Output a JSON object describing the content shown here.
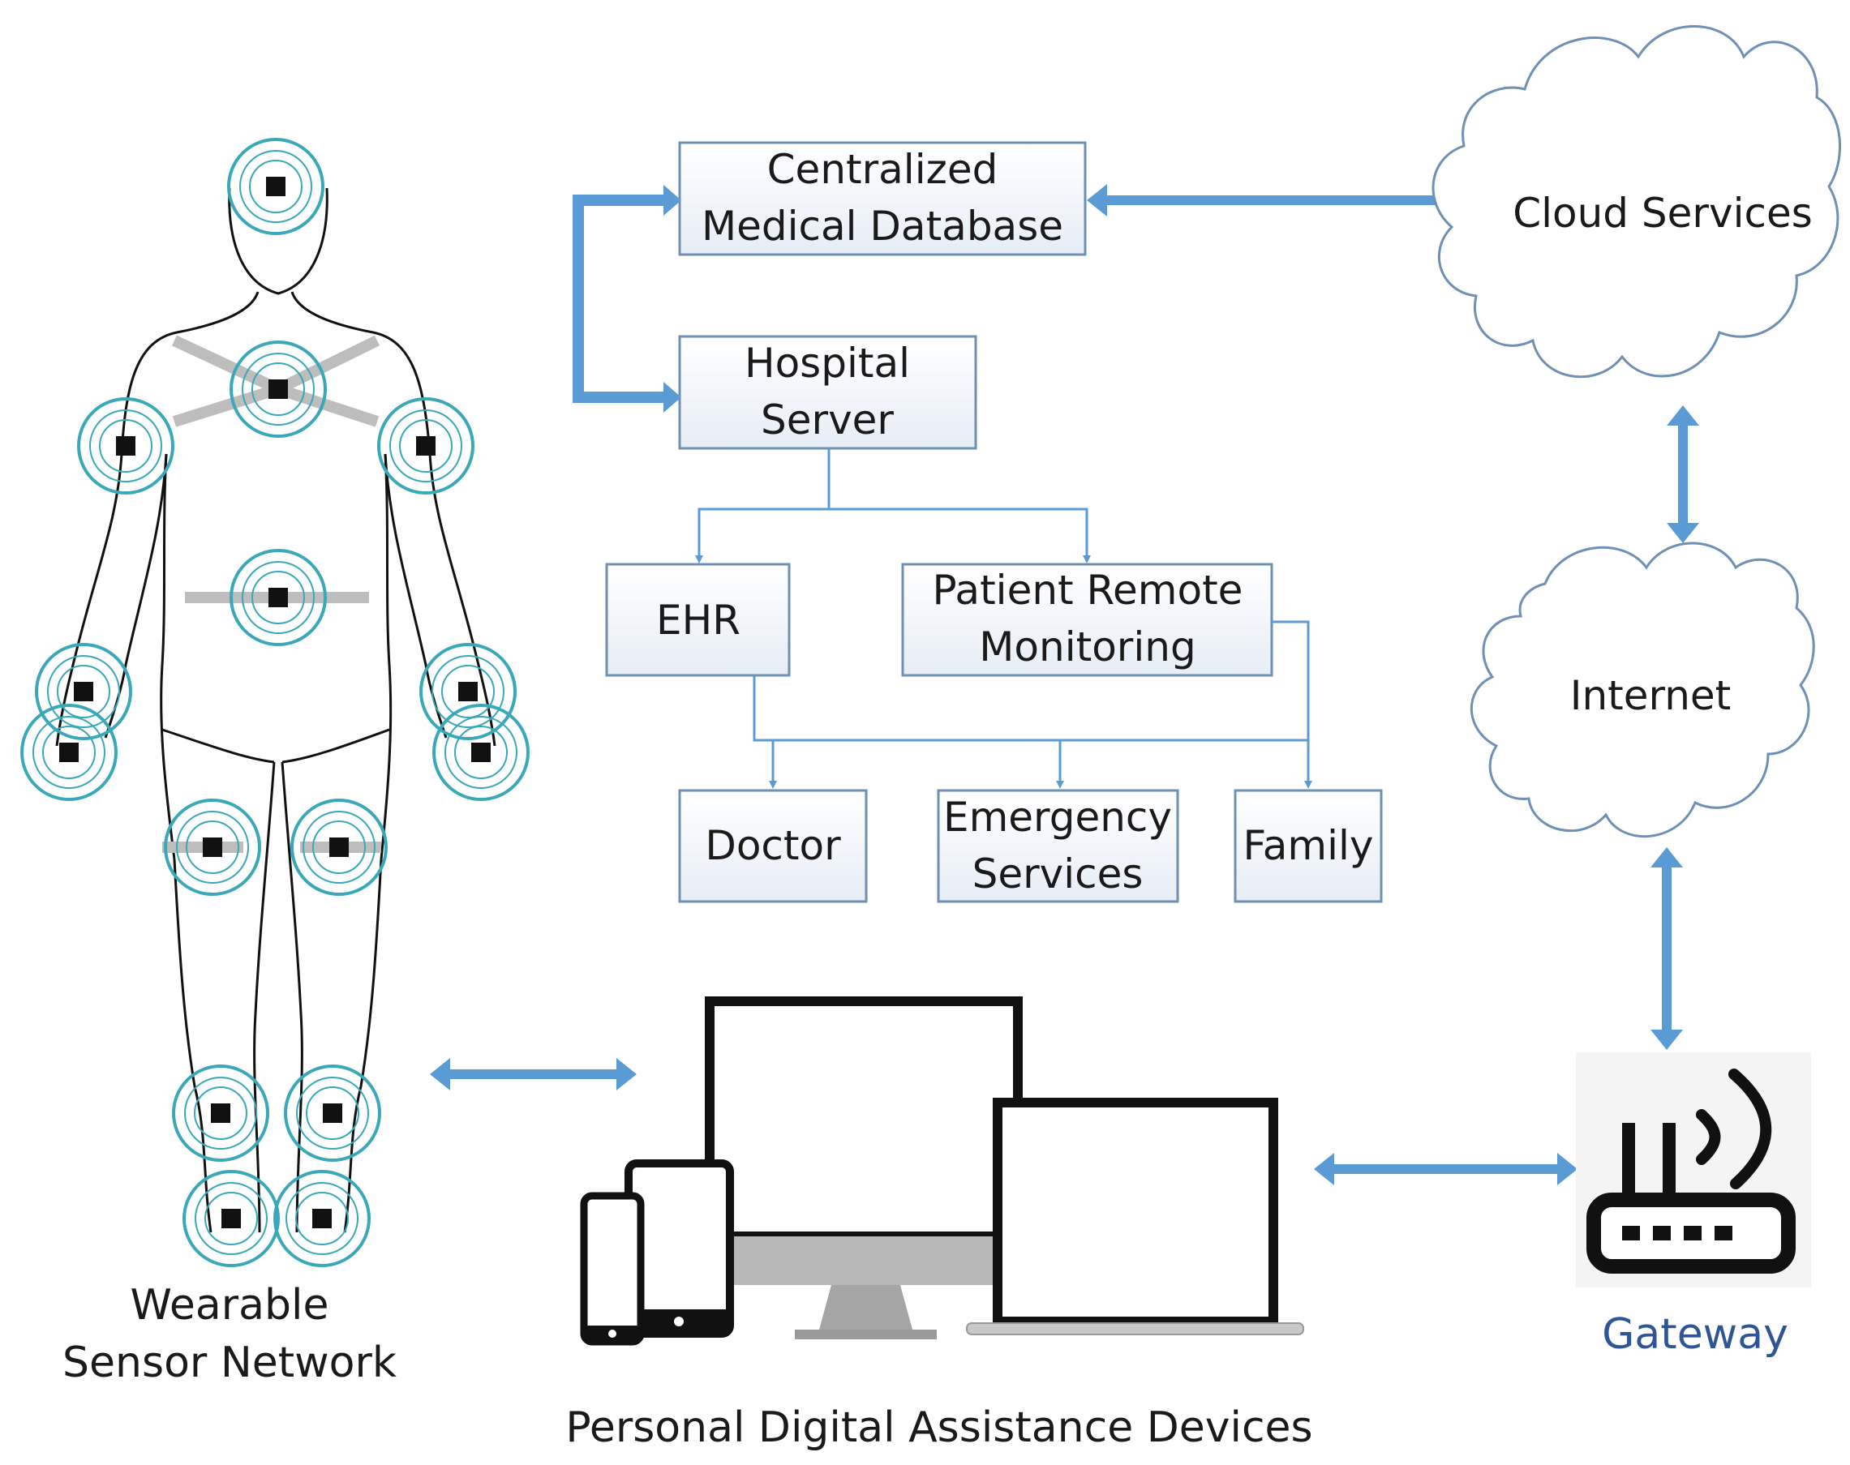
{
  "boxes": {
    "centralized_db": {
      "line1": "Centralized",
      "line2": "Medical Database"
    },
    "hospital_server": {
      "line1": "Hospital",
      "line2": "Server"
    },
    "ehr": {
      "label": "EHR"
    },
    "patient_remote": {
      "line1": "Patient Remote",
      "line2": "Monitoring"
    },
    "doctor": {
      "label": "Doctor"
    },
    "emergency": {
      "line1": "Emergency",
      "line2": "Services"
    },
    "family": {
      "label": "Family"
    }
  },
  "clouds": {
    "cloud_services": {
      "label": "Cloud Services"
    },
    "internet": {
      "label": "Internet"
    }
  },
  "captions": {
    "wearable_line1": "Wearable",
    "wearable_line2": "Sensor Network",
    "devices": "Personal Digital Assistance Devices",
    "gateway": "Gateway"
  },
  "colors": {
    "arrow": "#5b9bd5",
    "box_border": "#6f8fb5",
    "sensor_ring": "#3aa8b8",
    "gateway_text": "#2f5597"
  },
  "icons": [
    "human-body-icon",
    "sensor-icon",
    "desktop-monitor-icon",
    "laptop-icon",
    "tablet-icon",
    "smartphone-icon",
    "router-icon",
    "cloud-icon"
  ]
}
